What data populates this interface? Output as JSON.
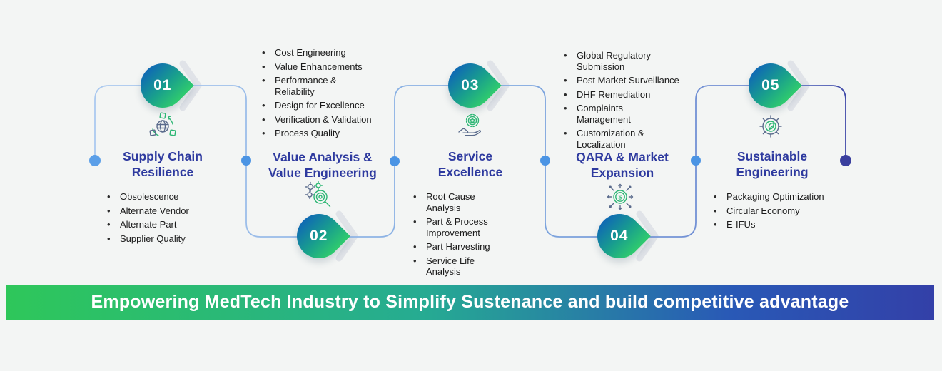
{
  "banner": {
    "text": "Empowering MedTech Industry to Simplify Sustenance and build competitive advantage"
  },
  "sections": [
    {
      "number": "01",
      "title": "Supply Chain Resilience",
      "icon": "supply-chain-icon",
      "items": [
        "Obsolescence",
        "Alternate Vendor",
        "Alternate Part",
        "Supplier Quality"
      ]
    },
    {
      "number": "02",
      "title": "Value Analysis & Value Engineering",
      "icon": "value-engineering-icon",
      "items": [
        "Cost Engineering",
        "Value Enhancements",
        "Performance & Reliability",
        "Design for Excellence",
        "Verification & Validation",
        "Process Quality"
      ]
    },
    {
      "number": "03",
      "title": "Service Excellence",
      "icon": "service-excellence-icon",
      "items": [
        "Root Cause Analysis",
        "Part & Process Improvement",
        "Part Harvesting",
        "Service Life Analysis"
      ]
    },
    {
      "number": "04",
      "title": "QARA & Market Expansion",
      "icon": "market-expansion-icon",
      "items": [
        "Global Regulatory Submission",
        "Post Market Surveillance",
        "DHF Remediation",
        "Complaints Management",
        "Customization & Localization"
      ]
    },
    {
      "number": "05",
      "title": "Sustainable Engineering",
      "icon": "sustainable-engineering-icon",
      "items": [
        "Packaging Optimization",
        "Circular Economy",
        "E-IFUs"
      ]
    }
  ],
  "colors": {
    "background": "#f3f5f4",
    "node_gradient_start": "#0f69b4",
    "node_gradient_end": "#2fcb6e",
    "title_color": "#2e3a9f",
    "line_color": "#8fb4e3",
    "connector_dot_color": "#4b94e4",
    "end_dot_color": "#3a3f9e",
    "banner_gradient_start": "#2ec75a",
    "banner_gradient_end": "#3340a8",
    "icon_green": "#2bb673",
    "icon_slate": "#5a6b8c"
  }
}
